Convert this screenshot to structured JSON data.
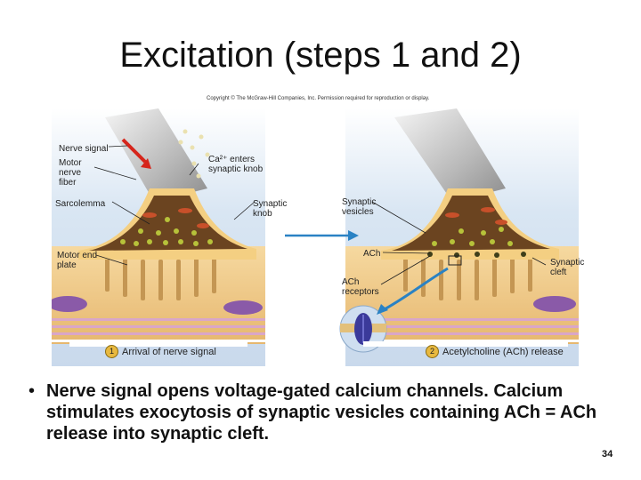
{
  "slide": {
    "title": "Excitation (steps 1 and 2)",
    "copyright": "Copyright © The McGraw-Hill Companies, Inc. Permission required for reproduction or display.",
    "bullet": "Nerve signal opens voltage-gated calcium channels. Calcium stimulates exocytosis of synaptic vesicles containing ACh = ACh release into synaptic cleft.",
    "page_number": "34"
  },
  "figure": {
    "left_panel": {
      "labels": {
        "nerve_signal": "Nerve signal",
        "motor_nerve_fiber": "Motor nerve fiber",
        "sarcolemma": "Sarcolemma",
        "motor_end_plate": "Motor end plate",
        "ca_enters": "Ca²⁺ enters synaptic knob",
        "synaptic_knob": "Synaptic knob"
      },
      "step_number": "1",
      "caption": "Arrival of nerve signal"
    },
    "right_panel": {
      "labels": {
        "synaptic_vesicles": "Synaptic vesicles",
        "ach": "ACh",
        "ach_receptors": "ACh receptors",
        "synaptic_cleft": "Synaptic cleft"
      },
      "step_number": "2",
      "caption": "Acetylcholine (ACh) release"
    },
    "colors": {
      "background": "#dbe8f4",
      "knob": "#6b4420",
      "knob_outline": "#e3c07a",
      "muscle": "#f0c988",
      "vesicle": "#b7c23a",
      "mitochondrion": "#c8502a",
      "arrow": "#2a82c4",
      "receptor": "#3b3a9a"
    }
  }
}
